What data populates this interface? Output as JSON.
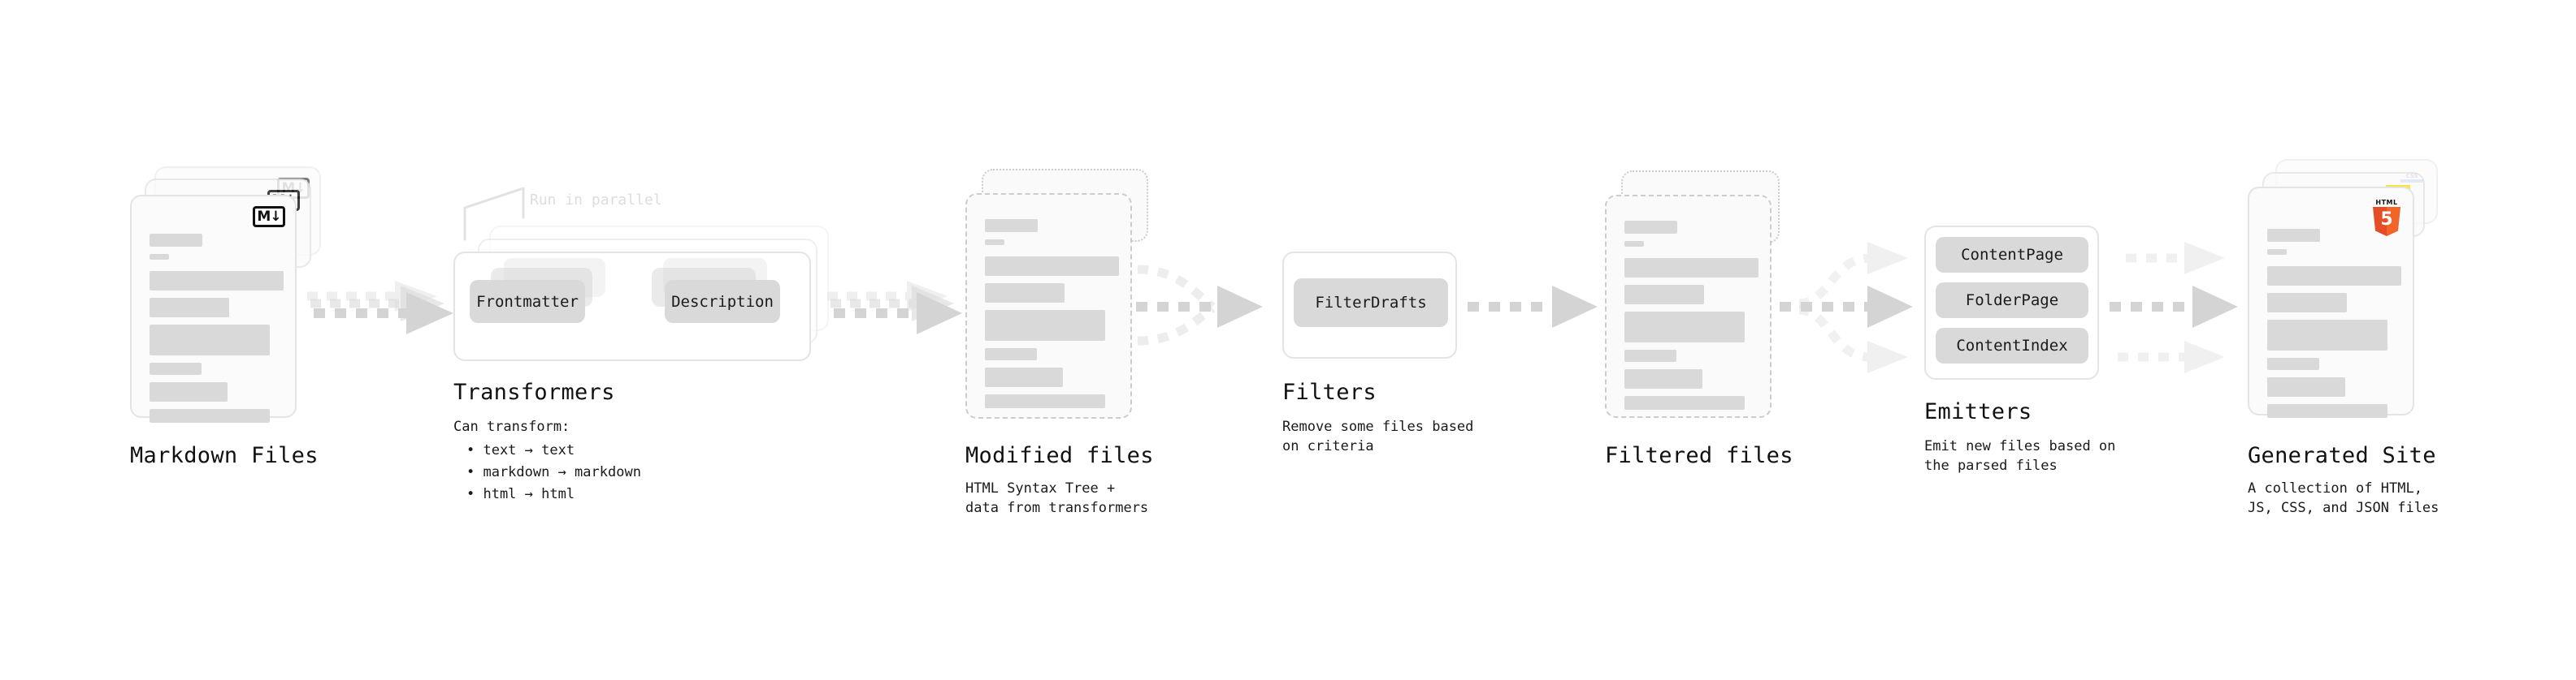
{
  "diagram": {
    "title": "Quartz content processing pipeline",
    "colors": {
      "background": "#ffffff",
      "sheet_fill": "#fbfbfb",
      "sheet_border": "#e4e4e4",
      "skeleton_bar": "#d9d9d9",
      "chip_fill": "#d9d9d9",
      "arrow": "#d4d4d4",
      "text": "#111111",
      "muted_text": "#dddddd",
      "html5_orange": "#e44d26",
      "js_yellow": "#f7df1e",
      "css_blue": "#264de4"
    }
  },
  "stages": [
    {
      "id": "markdown-files",
      "title": "Markdown Files",
      "caption": "",
      "icon": "markdown-badge",
      "icon_label": "M↓",
      "sheet_style": "solid",
      "stack_count": 3
    },
    {
      "id": "transformers",
      "title": "Transformers",
      "caption": "Can transform:\n • text → text\n • markdown → markdown\n • html → html",
      "note": "Run in parallel",
      "chips": [
        "Frontmatter",
        "Description"
      ],
      "stack_count": 3
    },
    {
      "id": "modified-files",
      "title": "Modified files",
      "caption": "HTML Syntax Tree +\ndata from transformers",
      "sheet_style": "dashed",
      "stack_count": 2
    },
    {
      "id": "filters",
      "title": "Filters",
      "caption": "Remove some files based\non criteria",
      "chips": [
        "FilterDrafts"
      ],
      "stack_count": 1
    },
    {
      "id": "filtered-files",
      "title": "Filtered files",
      "caption": "",
      "sheet_style": "dashed",
      "stack_count": 2
    },
    {
      "id": "emitters",
      "title": "Emitters",
      "caption": "Emit new files based on\nthe parsed files",
      "chips": [
        "ContentPage",
        "FolderPage",
        "ContentIndex"
      ],
      "stack_count": 1
    },
    {
      "id": "generated-site",
      "title": "Generated Site",
      "caption": "A collection of HTML,\nJS, CSS, and JSON files",
      "icons": [
        "css-badge",
        "js-badge",
        "html5-badge"
      ],
      "icon_labels": [
        "CSS",
        "JS",
        "HTML5"
      ],
      "stack_count": 3
    }
  ],
  "transformers": {
    "note": "Run in parallel",
    "chip_frontmatter": "Frontmatter",
    "chip_description": "Description",
    "title": "Transformers",
    "caption_head": "Can transform:",
    "caption_items": [
      "• text → text",
      "• markdown → markdown",
      "• html → html"
    ]
  },
  "filters": {
    "title": "Filters",
    "chip_filterdrafts": "FilterDrafts",
    "caption": "Remove some files based\non criteria"
  },
  "emitters": {
    "title": "Emitters",
    "chip_contentpage": "ContentPage",
    "chip_folderpage": "FolderPage",
    "chip_contentindex": "ContentIndex",
    "caption": "Emit new files based on\nthe parsed files"
  },
  "markdown_files": {
    "title": "Markdown Files",
    "badge": "M↓"
  },
  "modified_files": {
    "title": "Modified files",
    "caption": "HTML Syntax Tree +\ndata from transformers"
  },
  "filtered_files": {
    "title": "Filtered files"
  },
  "generated_site": {
    "title": "Generated Site",
    "caption": "A collection of HTML,\nJS, CSS, and JSON files",
    "badge_css": "CSS",
    "badge_html5_word": "HTML",
    "badge_html5_num": "5"
  }
}
